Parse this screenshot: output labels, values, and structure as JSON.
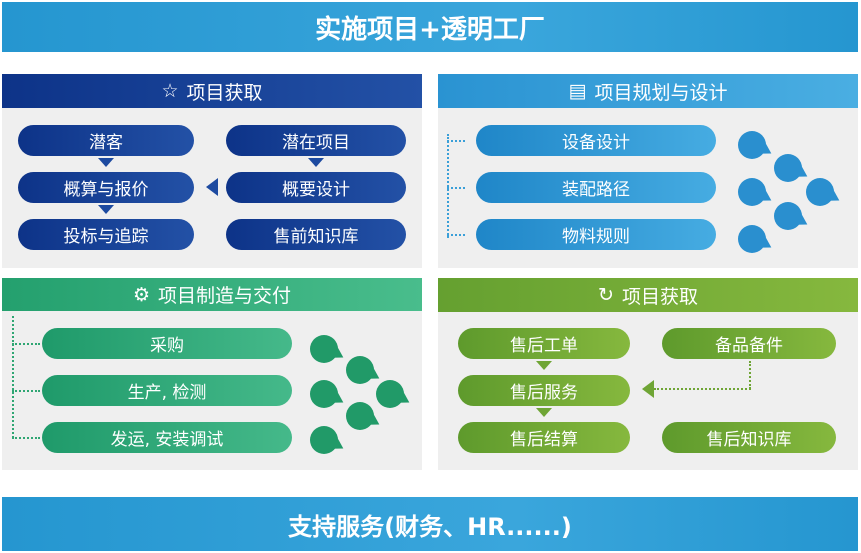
{
  "title": "实施项目+透明工厂",
  "footer": "支持服务(财务、HR......)",
  "panels": {
    "acquire": {
      "title": "项目获取",
      "icon": "star-hand-icon",
      "left": [
        "潜客",
        "概算与报价",
        "投标与追踪"
      ],
      "right": [
        "潜在项目",
        "概要设计",
        "售前知识库"
      ],
      "color": "#1b3f93"
    },
    "design": {
      "title": "项目规划与设计",
      "icon": "blueprint-icon",
      "items": [
        "设备设计",
        "装配路径",
        "物料规则"
      ],
      "color": "#3aa0dc"
    },
    "manufacture": {
      "title": "项目制造与交付",
      "icon": "team-gear-icon",
      "items": [
        "采购",
        "生产, 检测",
        "发运, 安装调试"
      ],
      "color": "#3bb37a"
    },
    "service": {
      "title": "项目获取",
      "icon": "person-cycle-icon",
      "left": [
        "售后工单",
        "售后服务",
        "售后结算"
      ],
      "right": [
        "备品备件",
        "售后知识库"
      ],
      "color": "#6aa232"
    }
  }
}
